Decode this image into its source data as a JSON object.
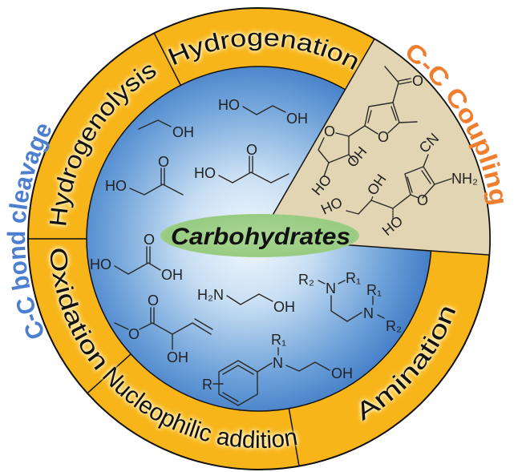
{
  "center_label": "Carbohydrates",
  "ring_sections": {
    "hydrogenation": "Hydrogenation",
    "hydrogenolysis": "Hydrogenolysis",
    "oxidation": "Oxidation",
    "nucleophilic_addition": "Nucleophilic addition",
    "amination": "Amination"
  },
  "outer_labels": {
    "cc_bond_cleavage": "C-C bond cleavage",
    "cc_coupling": "C-C Coupling"
  },
  "molecules": {
    "ethanol": {
      "oh": "OH"
    },
    "ethylene_glycol": {
      "ho": "HO",
      "oh": "OH"
    },
    "hydroxyacetone": {
      "ho": "HO",
      "o": "O"
    },
    "hydroxybutanone": {
      "ho": "HO",
      "o": "O"
    },
    "glycolic_acid": {
      "ho": "HO",
      "o": "O",
      "oh": "OH"
    },
    "ethanolamine": {
      "h2n": "H₂N",
      "oh": "OH"
    },
    "methyl_vinylglycolate": {
      "o_ester": "O",
      "o_carbonyl": "O",
      "oh": "OH"
    },
    "diamine": {
      "r2_left": "R₂",
      "n_left": "N",
      "r1_top": "R₁",
      "r1_right": "R₁",
      "n_right": "N",
      "r2_right": "R₂"
    },
    "aminoethanol_aryl": {
      "r": "R",
      "n": "N",
      "r1": "R₁",
      "oh": "OH"
    },
    "acetylfuran_sugar": {
      "o_ketone": "O",
      "o_furan": "O",
      "o_sugar": "O",
      "oh": "OH",
      "ho": "HO"
    },
    "aminofuran_polyol": {
      "cn": "CN",
      "nh2": "NH₂",
      "o_furan": "O",
      "ho_end": "HO",
      "oh_mid": "OH",
      "ho_mid": "HO"
    }
  },
  "colors": {
    "ring": "#f7b51a",
    "coupling_sector": "#e2d5b3",
    "blue_label": "#4d7fd0",
    "orange_label": "#ef7e2e",
    "center_ellipse": "#9fd08a"
  }
}
